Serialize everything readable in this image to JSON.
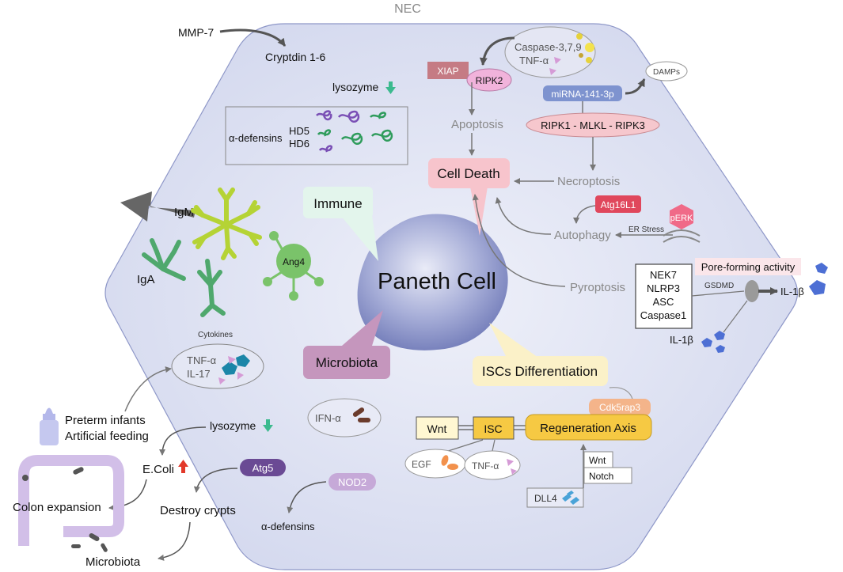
{
  "title": "NEC",
  "center": "Paneth Cell",
  "bubbles": {
    "immune": "Immune",
    "microbiota": "Microbiota",
    "iscs_differentiation": "ISCs Differentiation"
  },
  "antimicrobial": {
    "mmp7": "MMP-7",
    "cryptdin": "Cryptdin 1-6",
    "lysozyme_top": "lysozyme",
    "defensins_label": "α-defensins",
    "hd5": "HD5",
    "hd6": "HD6"
  },
  "immune": {
    "igm": "IgM",
    "iga": "IgA",
    "ang4": "Ang4",
    "cytokines_label": "Cytokines",
    "tnf": "TNF-α",
    "il17": "IL-17"
  },
  "cell_death": {
    "xiap": "XIAP",
    "ripk2": "RIPK2",
    "caspase": "Caspase-3,7,9",
    "tnf": "TNF-α",
    "damps": "DAMPs",
    "mirna": "miRNA-141-3p",
    "apoptosis": "Apoptosis",
    "ripk_chain": "RIPK1 - MLKL -  RIPK3",
    "cell_death": "Cell Death",
    "necroptosis": "Necroptosis",
    "atg16l1": "Atg16L1",
    "autophagy": "Autophagy",
    "er_stress": "ER Stress",
    "perk": "pERK",
    "pyroptosis": "Pyroptosis"
  },
  "pyroptosis": {
    "nek7": "NEK7",
    "nlrp3": "NLRP3",
    "asc": "ASC",
    "caspase1": "Caspase1",
    "pore_forming": "Pore-forming activity",
    "gsdmd": "GSDMD",
    "il1b_right": "IL-1β",
    "il1b_bottom": "IL-1β"
  },
  "microbiota": {
    "preterm": "Preterm infants",
    "artificial": "Artificial feeding",
    "lysozyme": "lysozyme",
    "ecoli": "E.Coli",
    "atg5": "Atg5",
    "colon": "Colon expansion",
    "destroy": "Destroy crypts",
    "nod2": "NOD2",
    "defensins": "α-defensins",
    "microbiota": "Microbiota",
    "ifn": "IFN-α"
  },
  "isc": {
    "wnt": "Wnt",
    "isc": "ISC",
    "regeneration": "Regeneration Axis",
    "cdk5rap3": "Cdk5rap3",
    "egf": "EGF",
    "tnf": "TNF-α",
    "wnt_box": "Wnt",
    "notch_box": "Notch",
    "dll4": "DLL4"
  },
  "colors": {
    "hexagon_fill": "#dfe3f3",
    "cell_fill": "#7e88c2",
    "immune_bubble": "#e3f5ec",
    "microbiota_bubble": "#c596bd",
    "isc_bubble": "#fbf1c8",
    "cell_death_box": "#f7c4cc",
    "regeneration_axis": "#f6c943",
    "mirna_bar": "#7e93cf",
    "up_arrow": "#e2392a",
    "down_arrow": "#3cba8f",
    "antibody_green": "#4fa86d",
    "antibody_yellow": "#b5d335"
  }
}
